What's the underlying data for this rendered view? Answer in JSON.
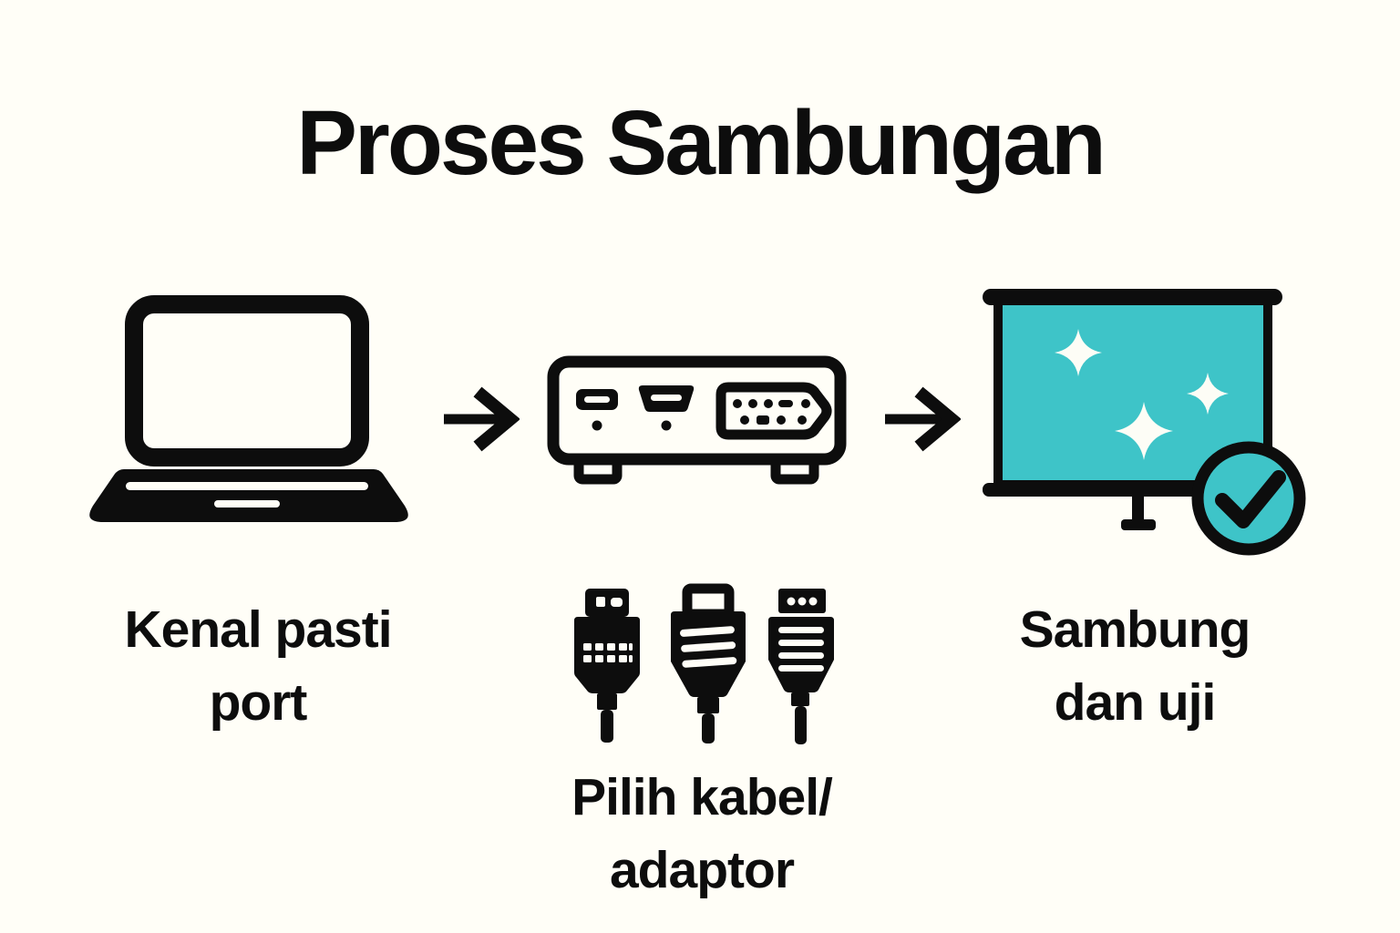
{
  "title": "Proses Sambungan",
  "colors": {
    "background": "#FFFEF7",
    "ink": "#0D0D0D",
    "teal": "#3EC4C8",
    "white": "#FDFDF6"
  },
  "steps": [
    {
      "id": "identify-port",
      "icon": "laptop-icon",
      "lines": [
        "Kenal pasti",
        "port"
      ]
    },
    {
      "id": "choose-cable-adapter",
      "icon": "adapter-box-icon + cable-connectors-icon",
      "lines": [
        "Pilih kabel/",
        "adaptor"
      ]
    },
    {
      "id": "connect-and-test",
      "icon": "projector-screen-check-icon",
      "lines": [
        "Sambung",
        "dan uji"
      ]
    }
  ],
  "arrows": [
    {
      "icon": "right-arrow-icon"
    },
    {
      "icon": "right-arrow-icon"
    }
  ]
}
